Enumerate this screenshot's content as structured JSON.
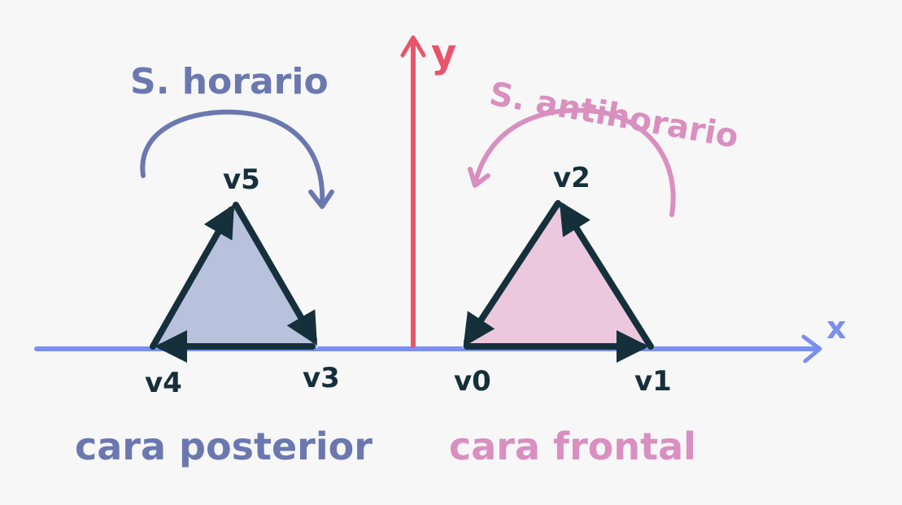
{
  "labels": {
    "y_axis": "y",
    "x_axis": "x",
    "clockwise": "S. horario",
    "counterclockwise": "S. antihorario",
    "back_face": "cara posterior",
    "front_face": "cara frontal",
    "v0": "v0",
    "v1": "v1",
    "v2": "v2",
    "v3": "v3",
    "v4": "v4",
    "v5": "v5"
  },
  "colors": {
    "background": "#f7f7f7",
    "x_axis": "#7b8ff0",
    "y_axis": "#e8546a",
    "back_triangle_fill": "#b8c2dc",
    "front_triangle_fill": "#ecc8de",
    "edge": "#15303b",
    "clockwise": "#6b78b0",
    "counterclockwise": "#d98fc0"
  }
}
